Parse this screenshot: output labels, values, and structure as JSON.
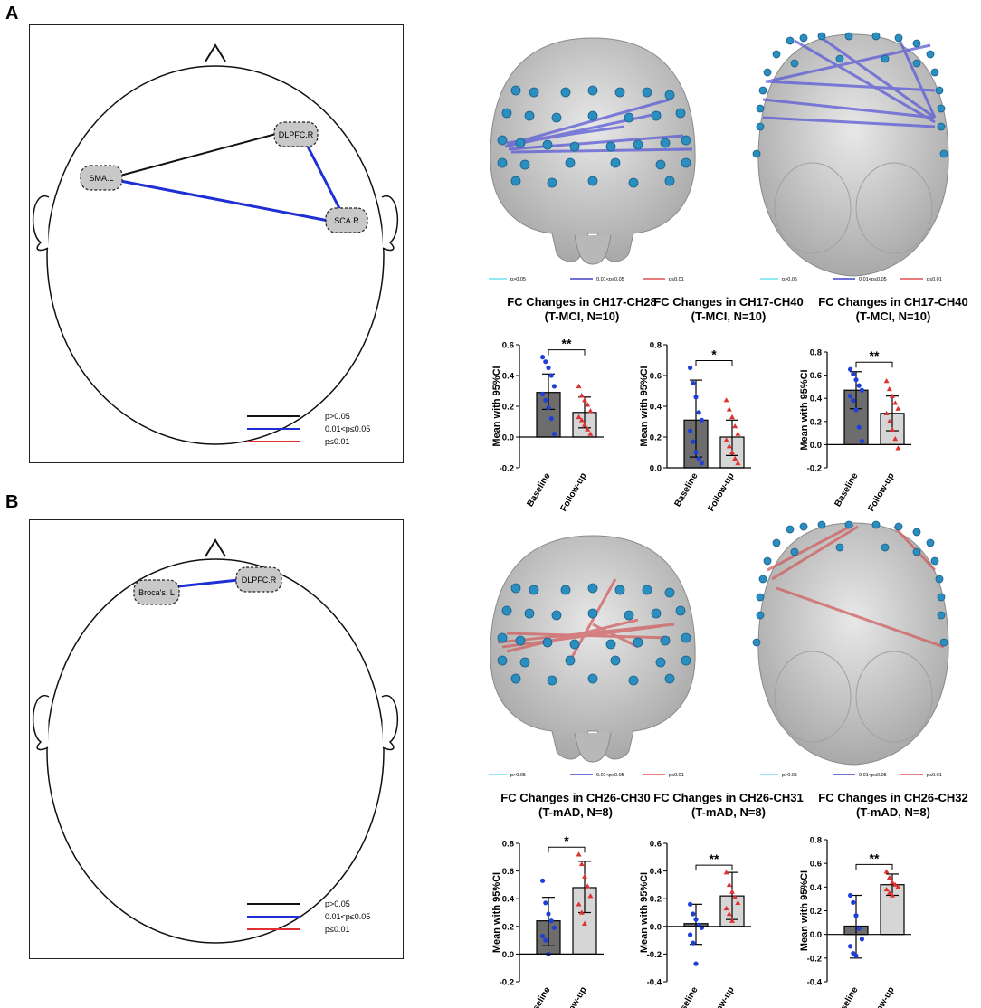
{
  "panels": [
    {
      "letter": "A",
      "head": {
        "nodes": [
          {
            "id": "dlpfc",
            "label": "DLPFC.R"
          },
          {
            "id": "sma",
            "label": "SMA.L"
          },
          {
            "id": "sca",
            "label": "SCA.R"
          }
        ],
        "connections": [
          {
            "from": "sma",
            "to": "dlpfc",
            "significance": "p>0.05"
          },
          {
            "from": "dlpfc",
            "to": "sca",
            "significance": "0.01<p≤0.05"
          },
          {
            "from": "sma",
            "to": "sca",
            "significance": "0.01<p≤0.05"
          }
        ],
        "legend": [
          {
            "label": "p>0.05",
            "color": "#111111"
          },
          {
            "label": "0.01<p≤0.05",
            "color": "#1f2fd6"
          },
          {
            "label": "p≤0.01",
            "color": "#e03030"
          }
        ]
      },
      "brain_legend": [
        "p>0.05",
        "0.01<p≤0.05",
        "p≤0.01"
      ]
    },
    {
      "letter": "B",
      "head": {
        "nodes": [
          {
            "id": "broca",
            "label": "Broca's. L"
          },
          {
            "id": "dlpfc",
            "label": "DLPFC.R"
          }
        ],
        "connections": [
          {
            "from": "broca",
            "to": "dlpfc",
            "significance": "0.01<p≤0.05"
          }
        ],
        "legend": [
          {
            "label": "p>0.05",
            "color": "#111111"
          },
          {
            "label": "0.01<p≤0.05",
            "color": "#1f2fd6"
          },
          {
            "label": "p≤0.01",
            "color": "#e03030"
          }
        ]
      },
      "brain_legend": [
        "p>0.05",
        "0.01<p≤0.05",
        "p≤0.01"
      ]
    }
  ],
  "colors": {
    "baseline_bar": "#6d6d6d",
    "followup_bar": "#d6d6d6",
    "baseline_points": "#1f3fd6",
    "followup_points": "#e03030",
    "edge_blue": "#5b5bd6",
    "edge_red": "#d06060",
    "channel_node": "#2a8fc0"
  },
  "chart_data": [
    {
      "type": "bar",
      "title": "FC Changes in CH17-CH28",
      "subtitle": "(T-MCI, N=10)",
      "ylabel": "Mean with 95%CI",
      "categories": [
        "Baseline",
        "Follow-up"
      ],
      "values": [
        0.29,
        0.16
      ],
      "ci": [
        [
          0.18,
          0.41
        ],
        [
          0.06,
          0.26
        ]
      ],
      "ylim": [
        -0.2,
        0.6
      ],
      "yticks": [
        "0.6",
        "0.4",
        "0.2",
        "0.0",
        "-0.2"
      ],
      "significance": "**",
      "points": {
        "Baseline": [
          0.52,
          0.49,
          0.45,
          0.4,
          0.33,
          0.28,
          0.24,
          0.19,
          0.12,
          0.02
        ],
        "Follow-up": [
          0.33,
          0.27,
          0.24,
          0.21,
          0.17,
          0.13,
          0.11,
          0.08,
          0.05,
          0.02
        ]
      }
    },
    {
      "type": "bar",
      "title": "FC Changes in CH17-CH40",
      "subtitle": "(T-MCI, N=10)",
      "ylabel": "Mean with 95%CI",
      "categories": [
        "Baseline",
        "Follow-up"
      ],
      "values": [
        0.31,
        0.2
      ],
      "ci": [
        [
          0.07,
          0.57
        ],
        [
          0.08,
          0.31
        ]
      ],
      "ylim": [
        0.0,
        0.8
      ],
      "yticks": [
        "0.8",
        "0.6",
        "0.4",
        "0.2",
        "0.0"
      ],
      "significance": "*",
      "points": {
        "Baseline": [
          0.65,
          0.55,
          0.46,
          0.36,
          0.31,
          0.24,
          0.17,
          0.1,
          0.06,
          0.03
        ],
        "Follow-up": [
          0.44,
          0.38,
          0.33,
          0.27,
          0.22,
          0.18,
          0.14,
          0.1,
          0.06,
          0.03
        ]
      }
    },
    {
      "type": "bar",
      "title": "FC Changes in CH17-CH40",
      "subtitle": "(T-MCI, N=10)",
      "ylabel": "Mean with 95%CI",
      "categories": [
        "Baseline",
        "Follow-up"
      ],
      "values": [
        0.47,
        0.27
      ],
      "ci": [
        [
          0.31,
          0.63
        ],
        [
          0.12,
          0.42
        ]
      ],
      "ylim": [
        -0.2,
        0.8
      ],
      "yticks": [
        "0.8",
        "0.6",
        "0.4",
        "0.2",
        "0.0",
        "-0.2"
      ],
      "significance": "**",
      "points": {
        "Baseline": [
          0.65,
          0.61,
          0.56,
          0.51,
          0.47,
          0.42,
          0.38,
          0.3,
          0.15,
          0.03
        ],
        "Follow-up": [
          0.55,
          0.48,
          0.42,
          0.36,
          0.31,
          0.27,
          0.2,
          0.13,
          0.05,
          -0.03
        ]
      }
    },
    {
      "type": "bar",
      "title": "FC Changes in CH26-CH30",
      "subtitle": "(T-mAD, N=8)",
      "ylabel": "Mean with 95%CI",
      "categories": [
        "Baseline",
        "Follow-up"
      ],
      "values": [
        0.24,
        0.48
      ],
      "ci": [
        [
          0.06,
          0.41
        ],
        [
          0.3,
          0.67
        ]
      ],
      "ylim": [
        -0.2,
        0.8
      ],
      "yticks": [
        "0.8",
        "0.6",
        "0.4",
        "0.2",
        "0.0",
        "-0.2"
      ],
      "significance": "*",
      "points": {
        "Baseline": [
          0.53,
          0.37,
          0.29,
          0.24,
          0.19,
          0.13,
          0.1,
          0.0
        ],
        "Follow-up": [
          0.72,
          0.65,
          0.56,
          0.49,
          0.42,
          0.36,
          0.3,
          0.22
        ]
      }
    },
    {
      "type": "bar",
      "title": "FC Changes in CH26-CH31",
      "subtitle": "(T-mAD, N=8)",
      "ylabel": "Mean with 95%CI",
      "categories": [
        "Baseline",
        "Follow-up"
      ],
      "values": [
        0.02,
        0.22
      ],
      "ci": [
        [
          -0.13,
          0.16
        ],
        [
          0.05,
          0.39
        ]
      ],
      "ylim": [
        -0.4,
        0.6
      ],
      "yticks": [
        "0.6",
        "0.4",
        "0.2",
        "0.0",
        "-0.2",
        "-0.4"
      ],
      "significance": "**",
      "points": {
        "Baseline": [
          0.16,
          0.09,
          0.05,
          0.01,
          -0.01,
          -0.06,
          -0.12,
          -0.27
        ],
        "Follow-up": [
          0.39,
          0.3,
          0.25,
          0.21,
          0.17,
          0.13,
          0.09,
          0.04
        ]
      }
    },
    {
      "type": "bar",
      "title": "FC Changes in CH26-CH32",
      "subtitle": "(T-mAD, N=8)",
      "ylabel": "Mean with 95%CI",
      "categories": [
        "Baseline",
        "Follow-up"
      ],
      "values": [
        0.07,
        0.42
      ],
      "ci": [
        [
          -0.2,
          0.33
        ],
        [
          0.33,
          0.51
        ]
      ],
      "ylim": [
        -0.4,
        0.8
      ],
      "yticks": [
        "0.8",
        "0.6",
        "0.4",
        "0.2",
        "0.0",
        "-0.2",
        "-0.4"
      ],
      "significance": "**",
      "points": {
        "Baseline": [
          0.33,
          0.27,
          0.16,
          0.05,
          -0.04,
          -0.1,
          -0.16,
          -0.18
        ],
        "Follow-up": [
          0.53,
          0.48,
          0.44,
          0.42,
          0.4,
          0.38,
          0.35,
          0.33
        ]
      }
    }
  ]
}
